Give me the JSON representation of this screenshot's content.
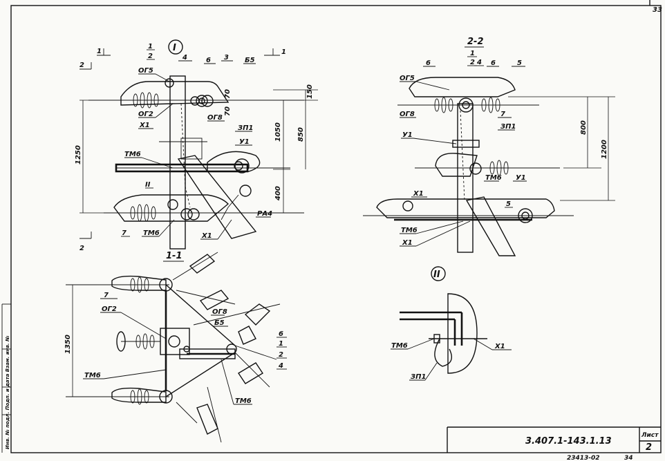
{
  "sheet": {
    "corner_page": "33",
    "stamp_code": "3.407.1-143.1.13",
    "stamp_sheet_label": "Лист",
    "stamp_sheet_number": "2",
    "archive_number": "23413-02",
    "archive_page": "34"
  },
  "view_top_left": {
    "roman_mark": "I",
    "section_marks": [
      "2",
      "1",
      "1",
      "2"
    ],
    "callouts": [
      "1",
      "2",
      "4",
      "6",
      "3",
      "Б5",
      "ОГ5",
      "ОГ2",
      "Х1",
      "ОГ8",
      "ЗП1",
      "У1",
      "ТМ6",
      "II",
      "7",
      "ТМ6",
      "Х1",
      "РА4"
    ],
    "dims": [
      "150",
      "70",
      "70",
      "1050",
      "850",
      "1250",
      "400"
    ]
  },
  "view_top_right": {
    "title": "2-2",
    "callouts": [
      "1",
      "2",
      "6",
      "4",
      "6",
      "5",
      "ОГ5",
      "ОГ8",
      "7",
      "У1",
      "ЗП1",
      "Х1",
      "ТМ6",
      "У1",
      "5",
      "ТМ6",
      "Х1"
    ],
    "dims": [
      "800",
      "1200"
    ]
  },
  "view_bottom_left": {
    "title": "1-1",
    "callouts": [
      "7",
      "ОГ2",
      "ОГ8",
      "Б5",
      "6",
      "1",
      "2",
      "4",
      "ТМ6",
      "ТМ6"
    ],
    "dims": [
      "1350"
    ]
  },
  "detail_view": {
    "roman_mark": "II",
    "callouts": [
      "ТМ6",
      "Х1",
      "ЗП1"
    ]
  },
  "side_strip": {
    "text": "Инв. № подл.  Подп. и дата  Взам. инв. №"
  }
}
